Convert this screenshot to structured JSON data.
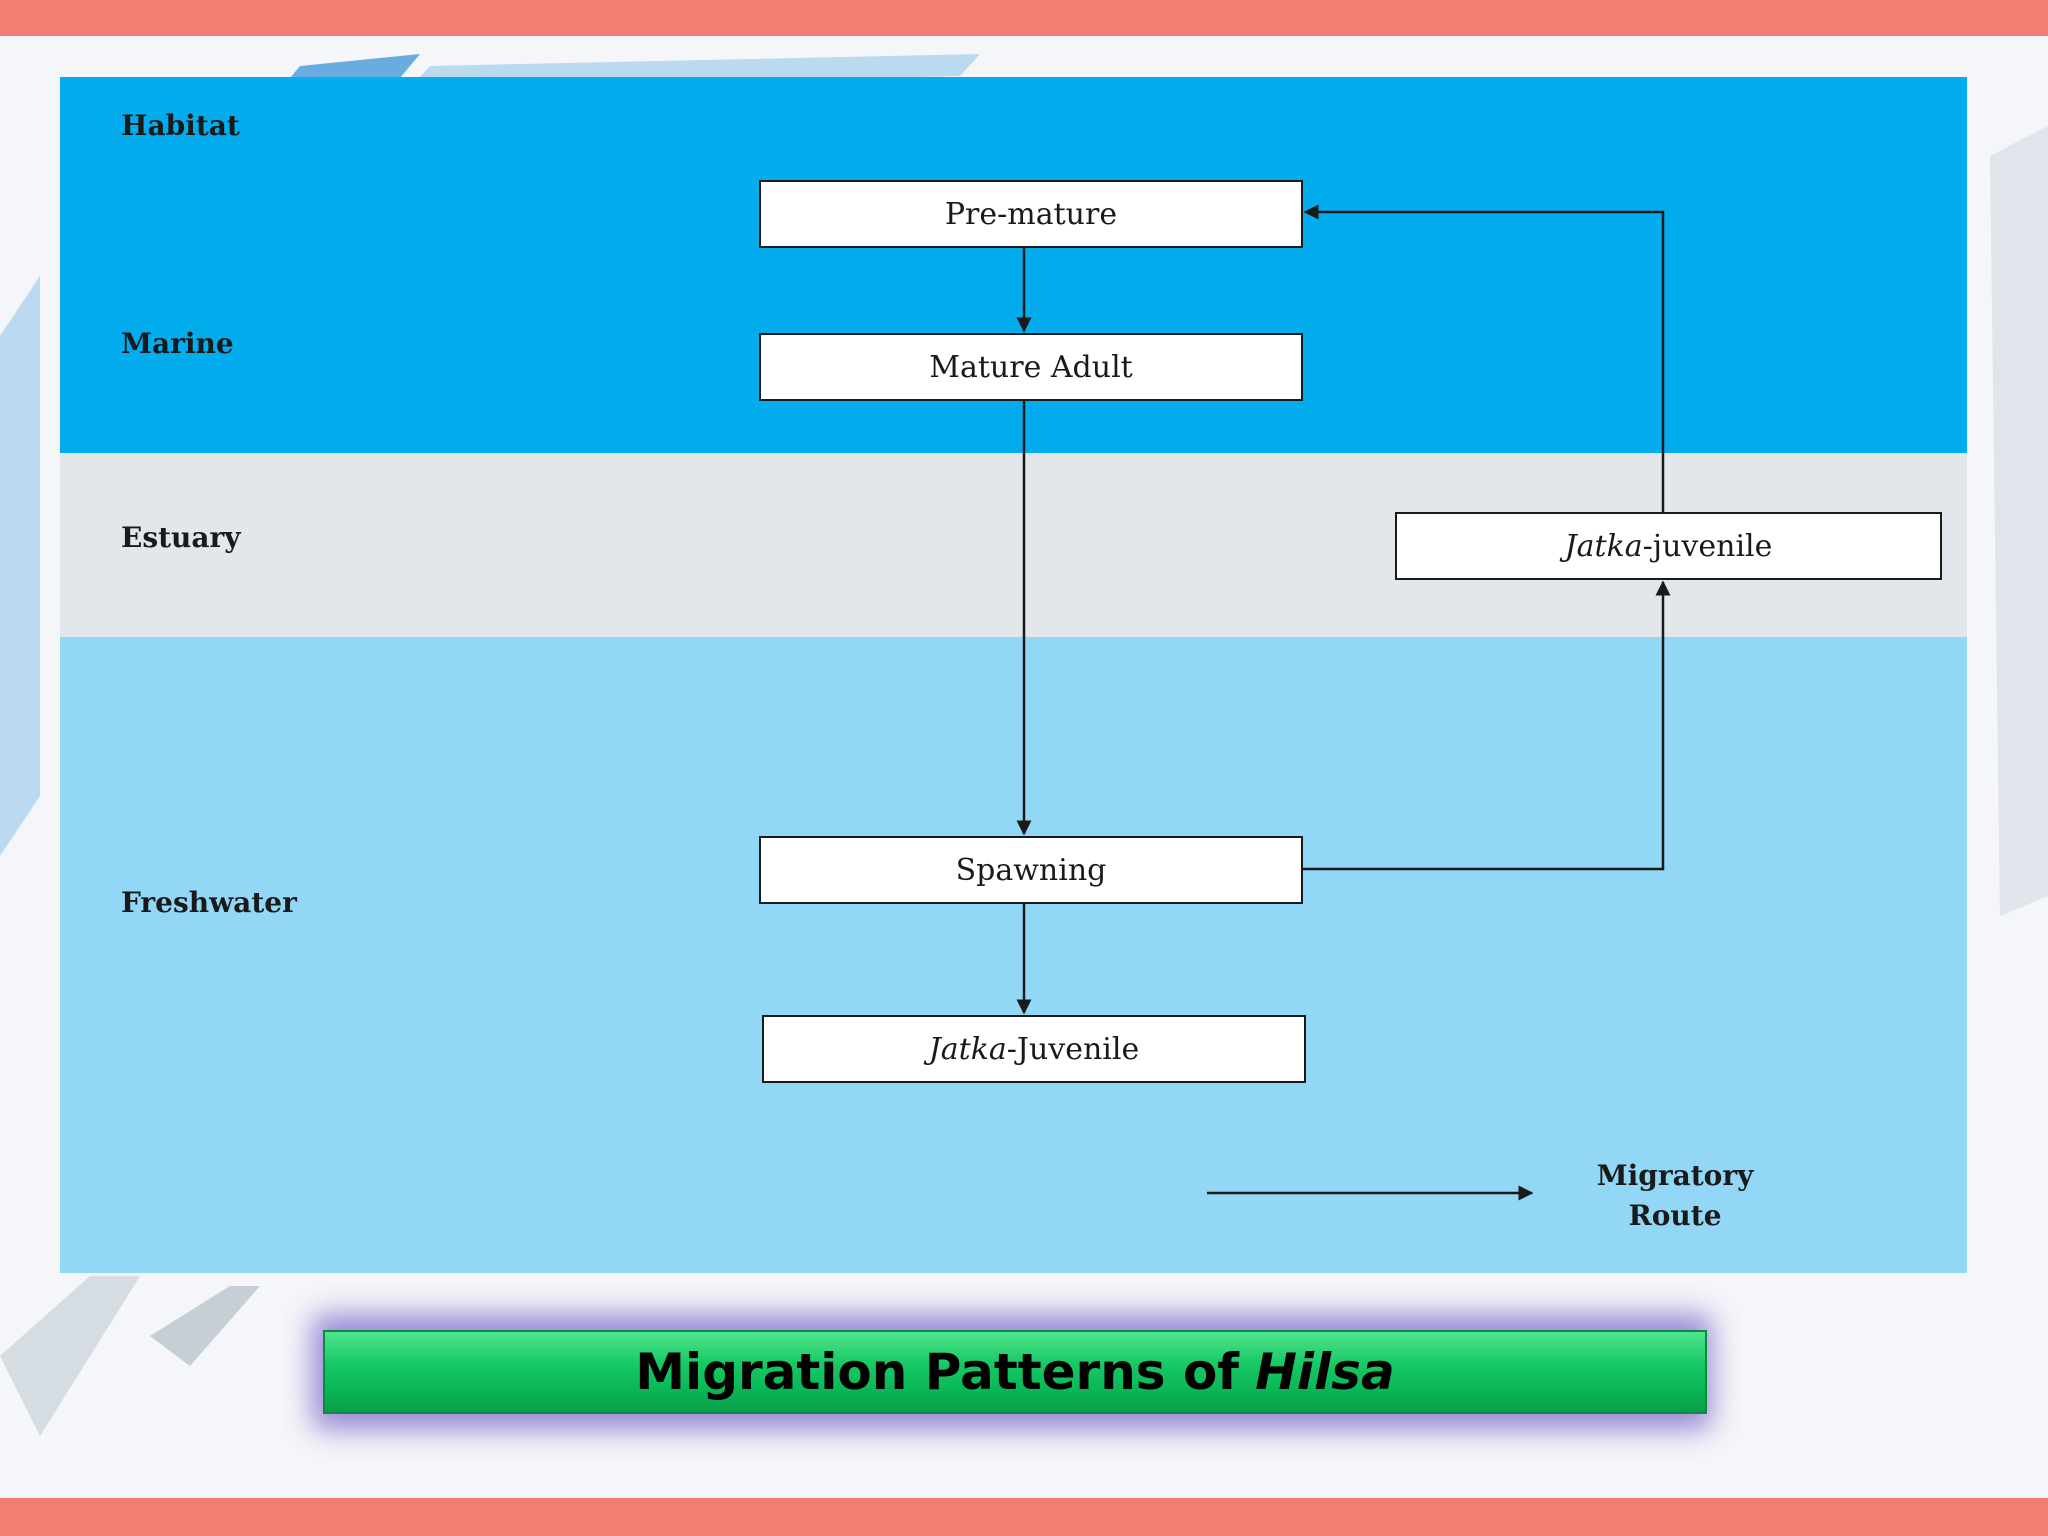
{
  "colors": {
    "marine": "#03aded",
    "estuary": "#e3e6ea",
    "freshwater": "#92d7f5",
    "accent_bars": "#f27d72",
    "title_banner": "#18c865",
    "arrow": "#1a1a1a"
  },
  "zones": {
    "habitat": "Habitat",
    "marine": "Marine",
    "estuary": "Estuary",
    "freshwater": "Freshwater"
  },
  "stages": {
    "pre_mature": "Pre-mature",
    "mature_adult": "Mature Adult",
    "spawning": "Spawning",
    "jatka_juvenile_estuary": {
      "italic": "Jatka",
      "rest": "-juvenile"
    },
    "jatka_juvenile_freshwater": {
      "italic": "Jatka",
      "rest": "-Juvenile"
    }
  },
  "legend": {
    "line1": "Migratory",
    "line2": "Route"
  },
  "title": {
    "text": "Migration Patterns of",
    "italic": "Hilsa"
  }
}
